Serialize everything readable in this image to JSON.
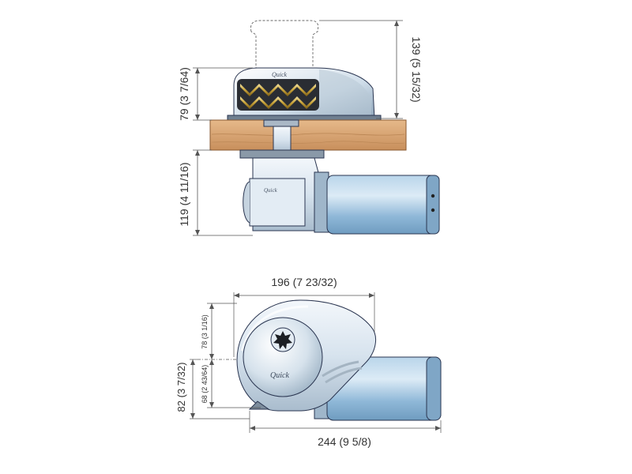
{
  "brand": {
    "logo_text": "Quick"
  },
  "colors": {
    "motor_body": "#8fb8d8",
    "motor_highlight": "#cfe3f2",
    "housing": "#d9e6f1",
    "deck": "#d9a878",
    "deck_dark": "#b98553",
    "gold": "#c9a43a",
    "dim_line": "#555555",
    "text": "#333333"
  },
  "side_view": {
    "dim_height_total": "139 (5 15/32)",
    "dim_above_deck": "79 (3 7/64)",
    "dim_below_deck": "119 (4 11/16)"
  },
  "top_view": {
    "dim_width_housing": "196 (7 23/32)",
    "dim_total_length": "244 (9 5/8)",
    "dim_depth_total": "82 (3 7/32)",
    "dim_depth_upper": "78 (3 1/16)",
    "dim_depth_lower": "68 (2 43/64)"
  }
}
